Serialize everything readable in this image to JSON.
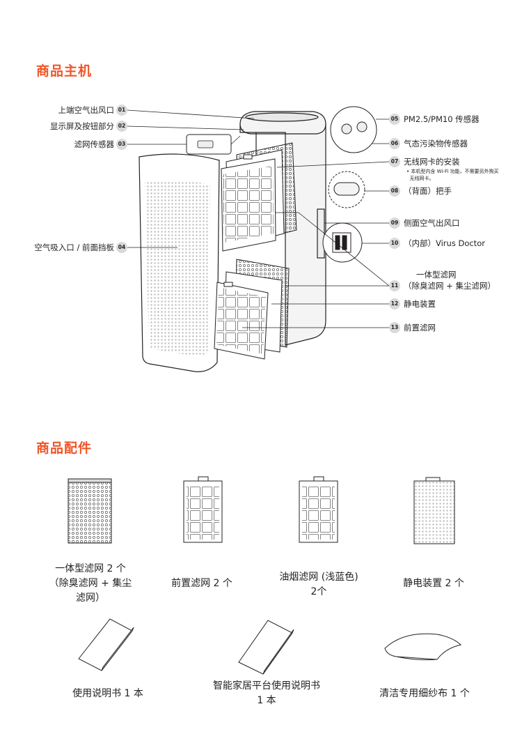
{
  "sections": {
    "main_unit": "商品主机",
    "accessories": "商品配件"
  },
  "parts": [
    {
      "num": "01",
      "label": "上端空气出风口"
    },
    {
      "num": "02",
      "label": "显示屏及按钮部分"
    },
    {
      "num": "03",
      "label": "滤网传感器"
    },
    {
      "num": "04",
      "label": "空气吸入口 / 前面挡板"
    },
    {
      "num": "05",
      "label": "PM2.5/PM10 传感器"
    },
    {
      "num": "06",
      "label": "气态污染物传感器"
    },
    {
      "num": "07",
      "label": "无线网卡的安装",
      "note": [
        "• 本机型内含 Wi-Fi 功能，不需要另外购买",
        "  无线网卡。"
      ]
    },
    {
      "num": "08",
      "label": "（背面）把手"
    },
    {
      "num": "09",
      "label": "侧面空气出风口"
    },
    {
      "num": "10",
      "label": "（内部）Virus Doctor"
    },
    {
      "num": "11",
      "label": [
        "一体型滤网",
        "（除臭滤网 + 集尘滤网）"
      ]
    },
    {
      "num": "12",
      "label": "静电装置"
    },
    {
      "num": "13",
      "label": "前置滤网"
    }
  ],
  "accessories": [
    {
      "lines": [
        "一体型滤网 2 个",
        "（除臭滤网 + 集尘",
        "滤网）"
      ]
    },
    {
      "lines": [
        "前置滤网 2 个"
      ]
    },
    {
      "lines": [
        "油烟滤网 (浅蓝色)",
        "2个"
      ]
    },
    {
      "lines": [
        "静电装置 2 个"
      ]
    },
    {
      "lines": [
        "使用说明书 1 本"
      ]
    },
    {
      "lines": [
        "智能家居平台使用说明书",
        "1 本"
      ]
    },
    {
      "lines": [
        "清洁专用细纱布 1 个"
      ]
    }
  ],
  "colors": {
    "accent": "#f0562a",
    "badge": "#d9d9d9",
    "line": "#231f20"
  }
}
